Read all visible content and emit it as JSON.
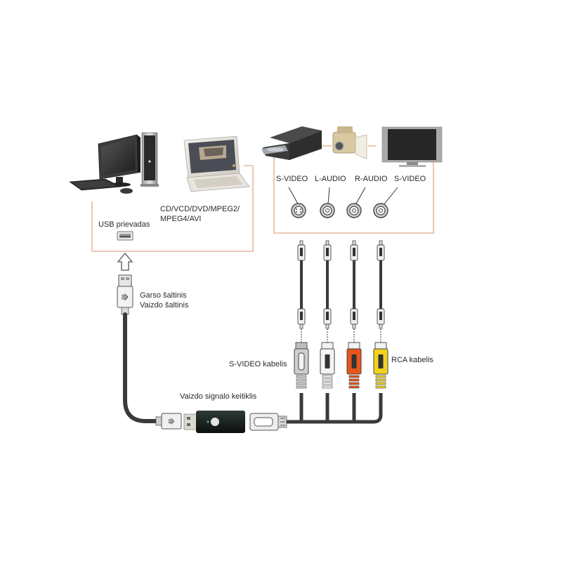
{
  "diagram": {
    "title": "Video capture USB adapter connection diagram",
    "colors": {
      "frame_line": "#e7b79f",
      "cable": "#3a3a3a",
      "plug_white": "#f4f4f4",
      "plug_red": "#e8561c",
      "plug_yellow": "#f1d21c",
      "plug_gray": "#cfcfcf",
      "screen": "#2d2d2d"
    },
    "computer_group": {
      "devices": [
        "desktop-pc",
        "laptop"
      ],
      "formats_line1": "CD/VCD/DVD/MPEG2/",
      "formats_line2": "MPEG4/AVI",
      "usb_port_label": "USB prievadas"
    },
    "source_group": {
      "devices": [
        "dvd-player",
        "camcorder",
        "tv-monitor"
      ],
      "ports": [
        {
          "label": "S-VIDEO",
          "type": "svideo"
        },
        {
          "label": "L-AUDIO",
          "type": "rca"
        },
        {
          "label": "R-AUDIO",
          "type": "rca"
        },
        {
          "label": "S-VIDEO",
          "type": "rca"
        }
      ]
    },
    "usb_side": {
      "source_line1": "Garso šaltinis",
      "source_line2": "Vaizdo šaltinis"
    },
    "converter_label": "Vaizdo signalo keitiklis",
    "svideo_cable_label": "S-VIDEO kabelis",
    "rca_cable_label": "RCA kabelis",
    "plugs": [
      {
        "name": "svideo",
        "color_key": "plug_gray"
      },
      {
        "name": "audio-left",
        "color_key": "plug_white"
      },
      {
        "name": "audio-right",
        "color_key": "plug_red"
      },
      {
        "name": "video",
        "color_key": "plug_yellow"
      }
    ]
  }
}
